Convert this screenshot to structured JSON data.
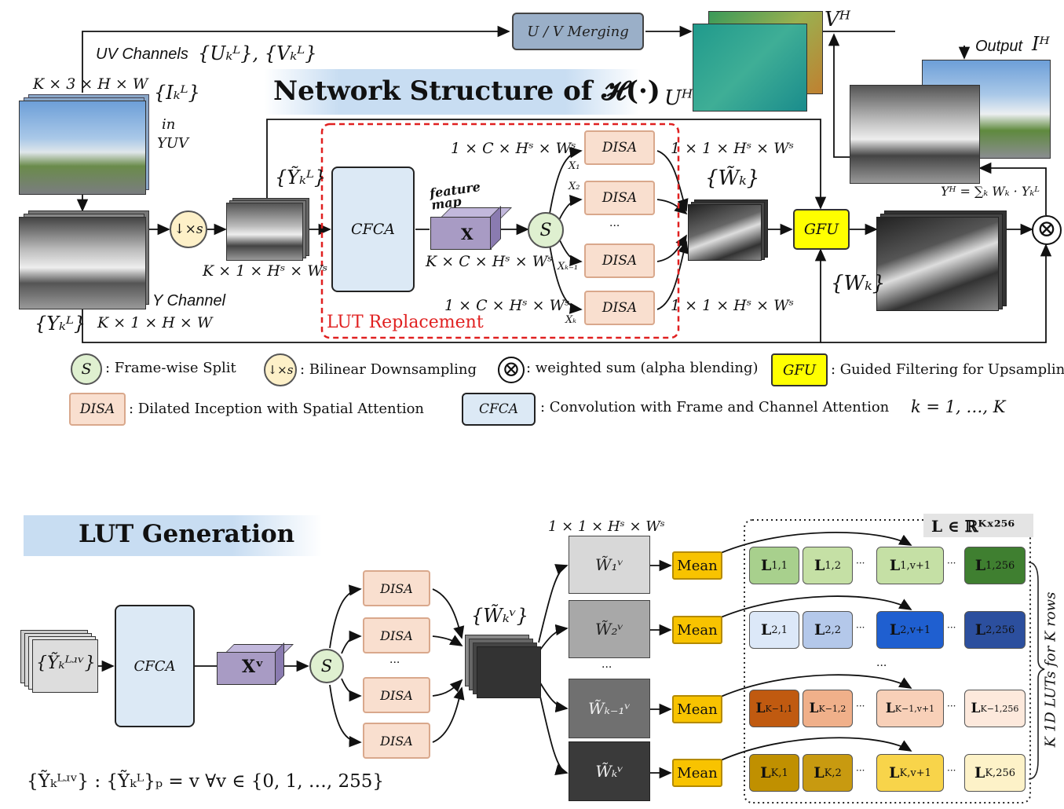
{
  "top": {
    "title": "Network Structure of 𝓗(·)",
    "uv_channels": "UV Channels",
    "uv_math": "{Uₖᴸ}, {Vₖᴸ}",
    "uv_merging": "U / V Merging",
    "vh": "Vᴴ",
    "uh": "Uᴴ",
    "output": "Output",
    "output_sym": "Iᴴ",
    "input_dims": "K × 3 × H × W",
    "input_sym": "{Iₖᴸ}",
    "in_yuv_1": "in",
    "in_yuv_2": "YUV",
    "y_channel": "Y Channel",
    "y_sym": "{Yₖᴸ}",
    "y_dims": "K × 1 × H × W",
    "ds_symbol": "↓×s",
    "ytilde_sym": "{Ỹₖᴸ}",
    "ytilde_dims": "K × 1 × Hˢ × Wˢ",
    "cfca": "CFCA",
    "feature_map": "feature map",
    "x_label": "X",
    "x_dims": "K × C × Hˢ × Wˢ",
    "split": "S",
    "c_dims_top": "1 × C × Hˢ × Wˢ",
    "c_dims_bottom": "1 × C × Hˢ × Wˢ",
    "x_subs": [
      "X₁",
      "X₂",
      "Xₖ₋₁",
      "Xₖ"
    ],
    "disa": [
      "DISA",
      "DISA",
      "DISA",
      "DISA"
    ],
    "dots": "···",
    "w_dims_top": "1 × 1 × Hˢ × Wˢ",
    "w_dims_bottom": "1 × 1 × Hˢ × Wˢ",
    "wtilde_sym": "{W̃ₖ}",
    "lut_replacement": "LUT Replacement",
    "gfu": "GFU",
    "wk_sym": "{Wₖ}",
    "yh_formula": "Yᴴ = ∑ₖ Wₖ · Yₖᴸ",
    "otimes": "⊗"
  },
  "legend": {
    "split_sym": "S",
    "split_text": ": Frame-wise Split",
    "ds_sym": "↓×s",
    "ds_text": ": Bilinear Downsampling",
    "ws_sym": "⊗",
    "ws_text": ": weighted sum (alpha blending)",
    "gfu_sym": "GFU",
    "gfu_text": ": Guided Filtering for Upsampling",
    "disa_sym": "DISA",
    "disa_text": ": Dilated Inception with Spatial Attention",
    "cfca_sym": "CFCA",
    "cfca_text": ": Convolution with Frame and Channel Attention",
    "k_range": "k = 1, …, K"
  },
  "bottom": {
    "title": "LUT Generation",
    "input_sym": "{Ỹₖᴸʴᵛ}",
    "cfca": "CFCA",
    "xv": "Xᵛ",
    "split": "S",
    "disa": [
      "DISA",
      "DISA",
      "DISA",
      "DISA"
    ],
    "dots": "···",
    "wv_sym": "{W̃ₖᵛ}",
    "w_dims": "1 × 1 × Hˢ × Wˢ",
    "w_rows": [
      "W̃₁ᵛ",
      "W̃₂ᵛ",
      "W̃ₖ₋₁ᵛ",
      "W̃ₖᵛ"
    ],
    "mean": [
      "Mean",
      "Mean",
      "Mean",
      "Mean"
    ],
    "l_space": "L ∈ ℝᴷˣ²⁵⁶",
    "lut_rows": [
      [
        "L",
        "1,1",
        "L",
        "1,2",
        "L",
        "1,v+1",
        "L",
        "1,256"
      ],
      [
        "L",
        "2,1",
        "L",
        "2,2",
        "L",
        "2,v+1",
        "L",
        "2,256"
      ],
      [
        "L",
        "K−1,1",
        "L",
        "K−1,2",
        "L",
        "K−1,v+1",
        "L",
        "K−1,256"
      ],
      [
        "L",
        "K,1",
        "L",
        "K,2",
        "L",
        "K,v+1",
        "L",
        "K,256"
      ]
    ],
    "side_label": "K 1D LUTs for K rows",
    "formula": "{Ỹₖᴸʴᵛ} : {Ỹₖᴸ}ₚ = v   ∀v ∈ {0, 1, …, 255}"
  },
  "colors": {
    "disa_fill": "#f9dfcf",
    "cfca_fill": "#dce9f5",
    "gfu_fill": "#ffff00",
    "mean_fill": "#f8c300",
    "split_fill": "#dff0d0",
    "ds_fill": "#fdf0c8",
    "feature_fill": "#a89bc4",
    "lut_replacement_red": "#e02020",
    "lut_row1": [
      "#a8d08d",
      "#c5e0a5",
      "#c5e0a5",
      "#3f7f30"
    ],
    "lut_row2": [
      "#dce8f8",
      "#b4c8ea",
      "#1f5fd0",
      "#2c4f9e"
    ],
    "lut_row3": [
      "#c05a10",
      "#f0b08a",
      "#f8d0b8",
      "#fde9dc"
    ],
    "lut_row4": [
      "#c09000",
      "#c89a10",
      "#f8d44a",
      "#fdf2c8"
    ]
  }
}
